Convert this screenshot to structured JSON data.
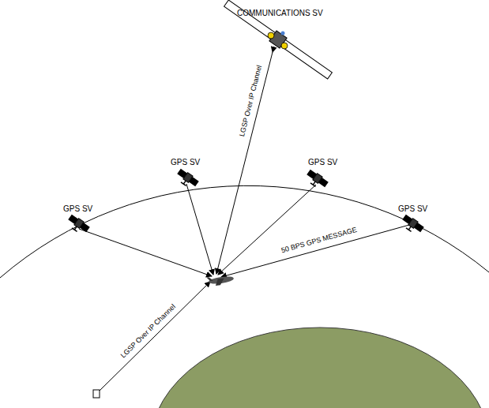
{
  "diagram": {
    "nodes": [
      {
        "text": [
          "COMMUNICATIONS SV"
        ]
      },
      {
        "text": [
          "GPS SV"
        ]
      },
      {
        "text": [
          "GPS SV"
        ]
      },
      {
        "text": [
          "GPS SV"
        ]
      },
      {
        "text": [
          "GPS SV"
        ]
      }
    ],
    "labels": [
      "LGSP Over IP Channel",
      "50 BPS GPS MESSAGE",
      "LGSP Over IP Channel"
    ]
  }
}
